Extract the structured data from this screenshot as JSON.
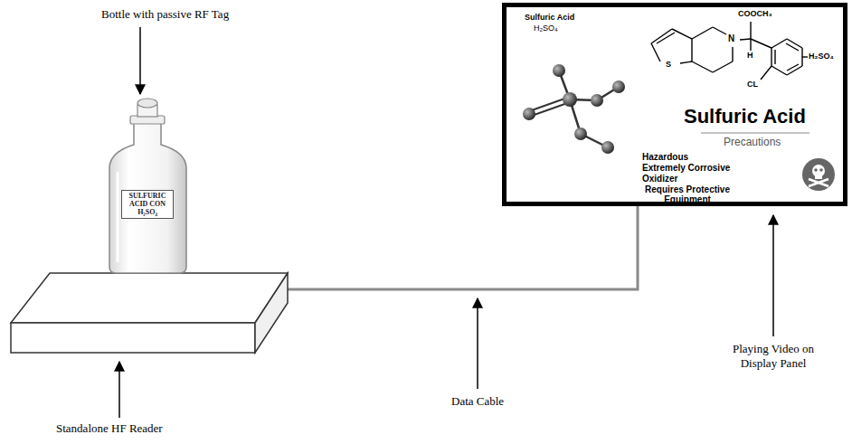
{
  "diagram": {
    "nodes": [
      {
        "text": [
          "Sulfuric Acid",
          "H₂SO₄",
          "COOCH₃",
          "N",
          "H",
          "CL",
          "S",
          "H₂SO₄",
          "Sulfuric Acid",
          "Precautions",
          "Hazardous",
          "Extremely Corrosive",
          "Oxidizer",
          "Requires Protective Equipment"
        ]
      },
      {
        "text": [
          "SULFURIC ACID CON",
          "H₂SO₄"
        ]
      }
    ],
    "labels": [
      "Bottle with passive RF Tag",
      "Standalone HF Reader",
      "Data Cable",
      "Playing Video on Display Panel"
    ]
  }
}
